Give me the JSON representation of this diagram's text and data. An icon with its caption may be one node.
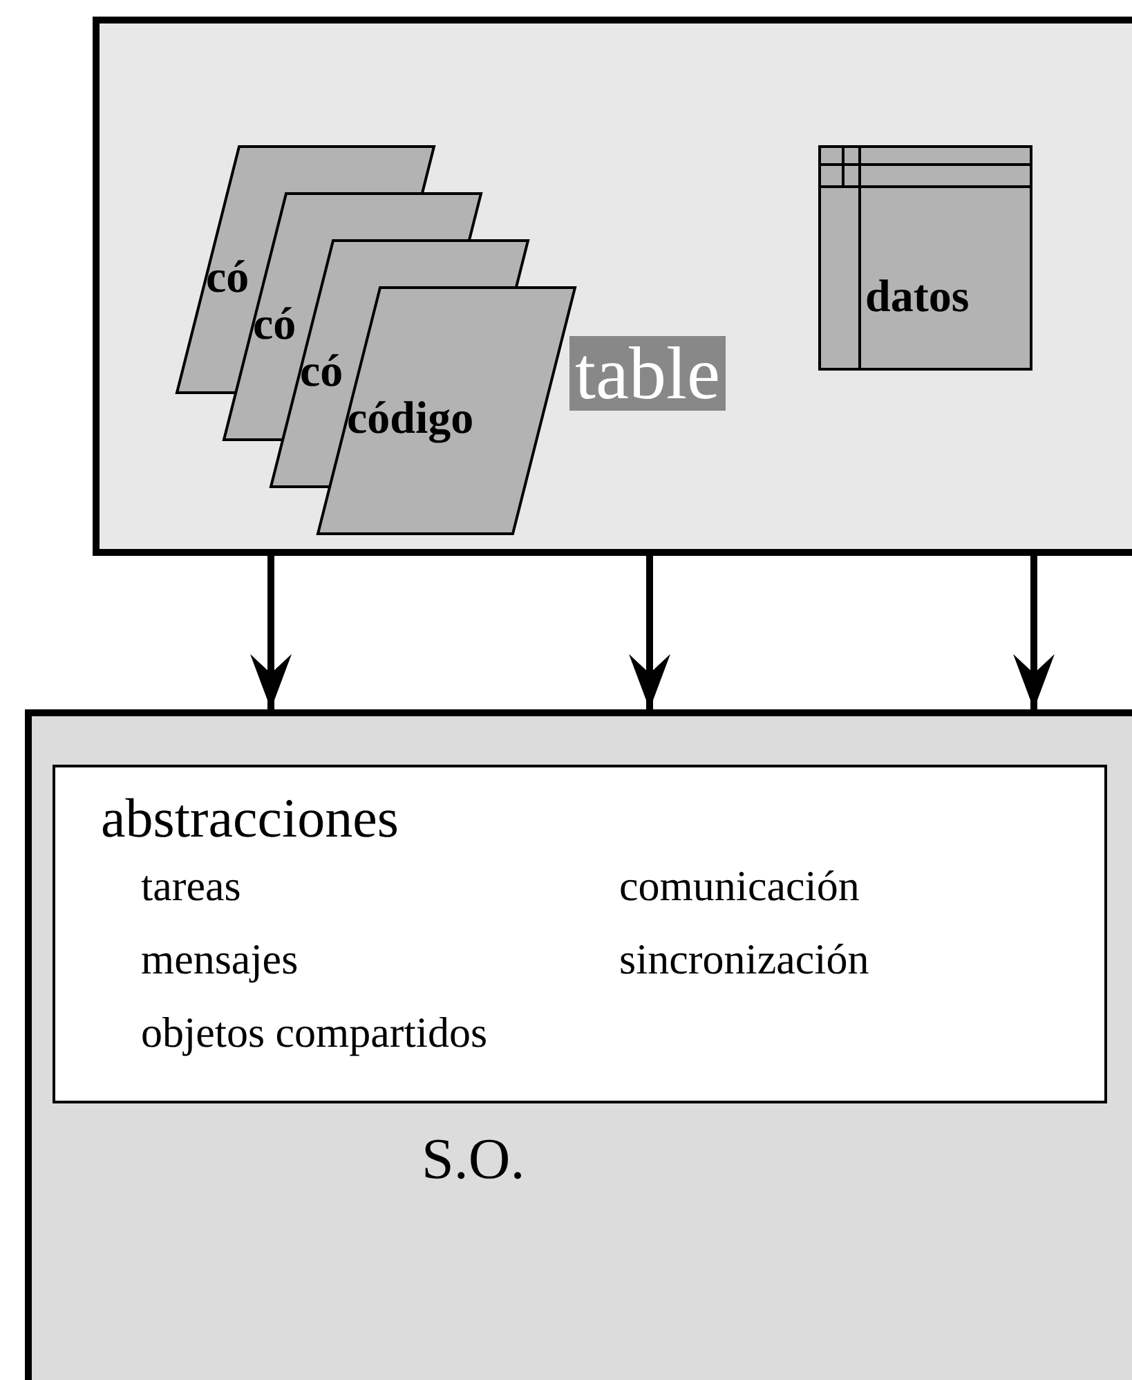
{
  "diagram": {
    "nodes": [
      {
        "text": [
          "table"
        ]
      },
      {
        "text": [
          "có"
        ],
        "in": 0
      },
      {
        "text": [
          "có"
        ],
        "in": 0
      },
      {
        "text": [
          "có"
        ],
        "in": 0
      },
      {
        "text": [
          "código"
        ],
        "in": 0
      },
      {
        "text": [
          "datos"
        ],
        "in": 0
      },
      {
        "text": [
          "S.O."
        ]
      },
      {
        "text": [
          "abstracciones",
          "tareas",
          "comunicación",
          "mensajes",
          "sincronización",
          "objetos compartidos"
        ],
        "in": 6
      }
    ],
    "edges": [
      {
        "from": 0,
        "to": 6,
        "arrow": "to"
      },
      {
        "from": 0,
        "to": 6,
        "arrow": "to"
      },
      {
        "from": 0,
        "to": 6,
        "arrow": "to"
      }
    ]
  }
}
